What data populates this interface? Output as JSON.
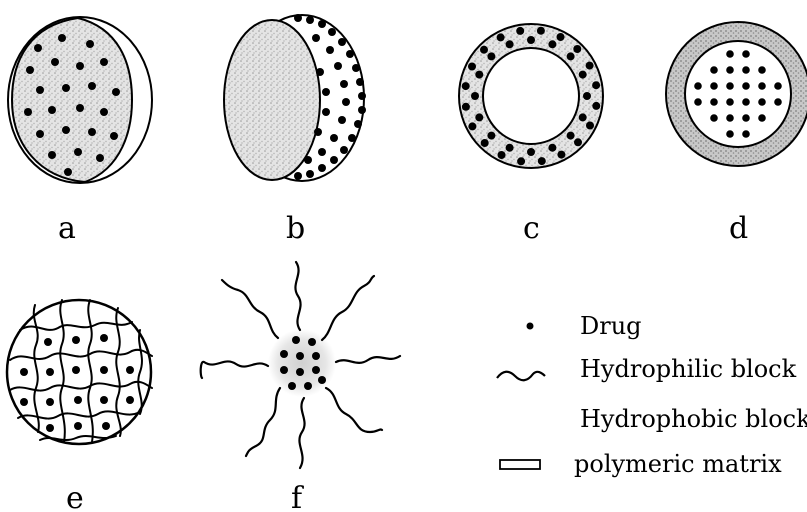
{
  "panels": {
    "a": "a",
    "b": "b",
    "c": "c",
    "d": "d",
    "e": "e",
    "f": "f"
  },
  "legend": {
    "drug": "Drug",
    "hydrophilic": "Hydrophilic block",
    "hydrophobic": "Hydrophobic block",
    "matrix": "polymeric matrix"
  },
  "colors": {
    "ink": "#000000",
    "stipple_light": "#d9d9d9",
    "stipple_mid": "#a6a6a6"
  }
}
